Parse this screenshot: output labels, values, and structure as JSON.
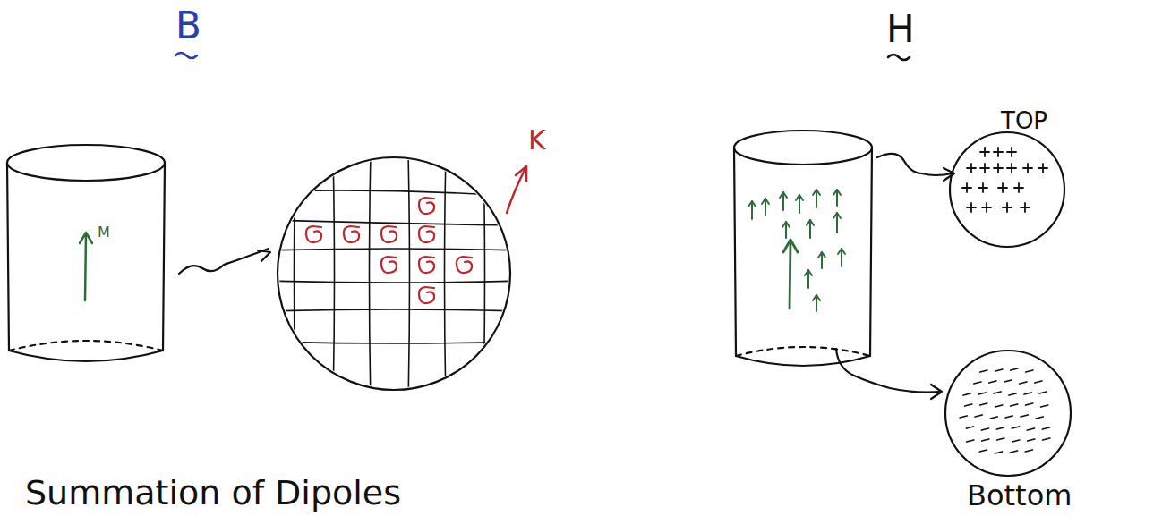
{
  "diagram": {
    "labels": [
      "B",
      "M",
      "K",
      "H",
      "TOP",
      "Bottom",
      "Summation of Dipoles"
    ]
  }
}
